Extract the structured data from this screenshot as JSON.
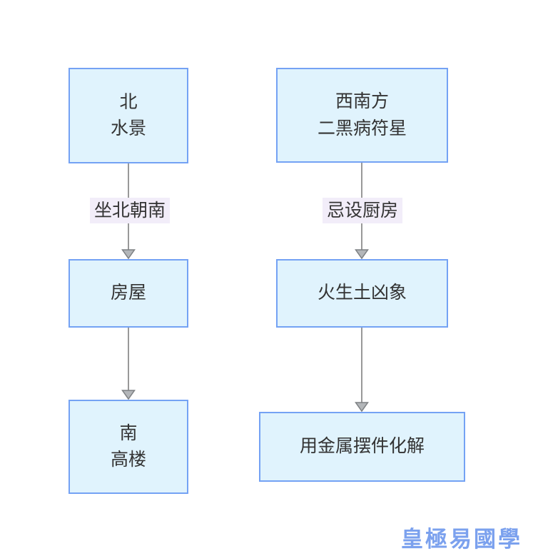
{
  "diagram": {
    "type": "flowchart",
    "colors": {
      "node_fill": "#e0f3fd",
      "node_border": "#74a2f4",
      "edge_line": "#999999",
      "arrowhead_fill": "#b3b6b9",
      "arrowhead_stroke": "#7d8083",
      "edge_label_bg": "#f2edf9",
      "text": "#333333",
      "watermark": "#7ba1ee",
      "background": "#ffffff"
    },
    "left_flow": {
      "node1_line1": "北",
      "node1_line2": "水景",
      "edge_label": "坐北朝南",
      "node2": "房屋",
      "node3_line1": "南",
      "node3_line2": "高楼"
    },
    "right_flow": {
      "node1_line1": "西南方",
      "node1_line2": "二黑病符星",
      "edge_label": "忌设厨房",
      "node2": "火生土凶象",
      "node3": "用金属摆件化解"
    },
    "watermark": "皇極易國學"
  }
}
